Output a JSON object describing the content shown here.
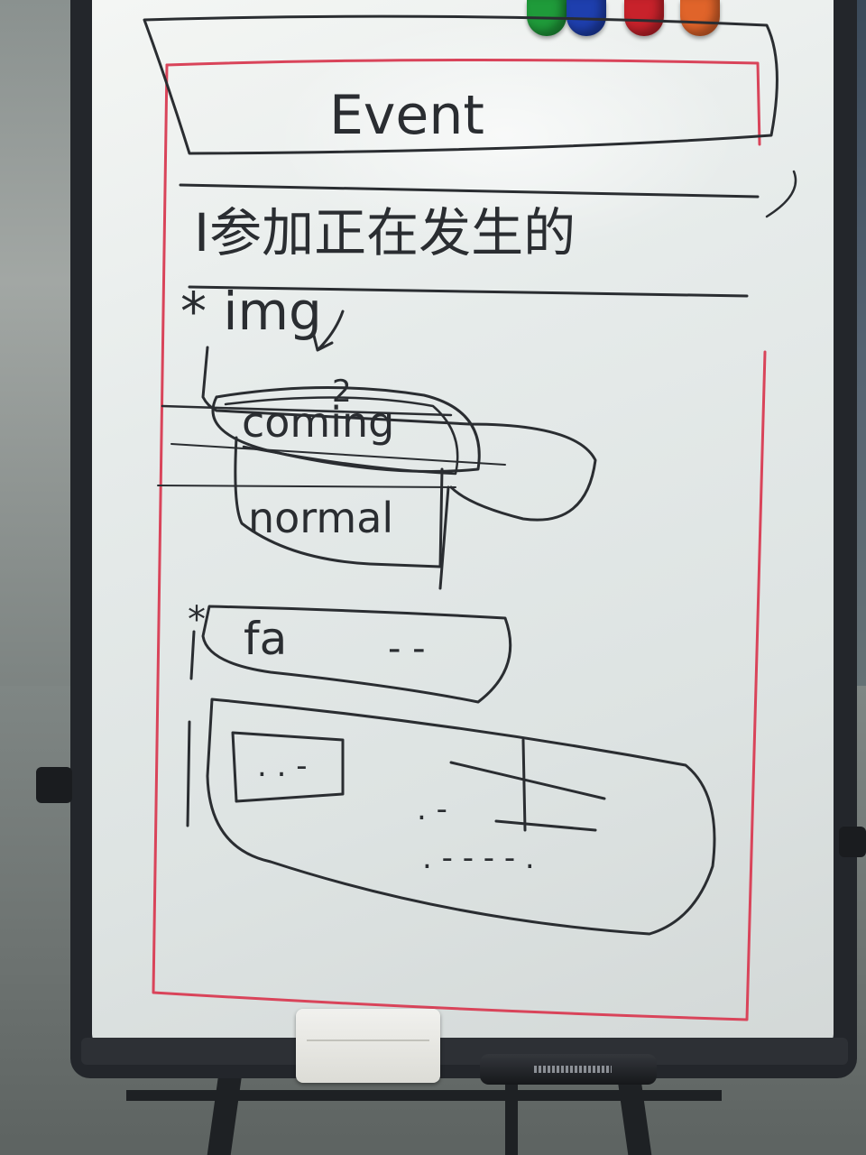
{
  "scene": "whiteboard",
  "board": {
    "title": "Event",
    "line_cjk": "I参加正在发生的",
    "bullet_1": "* img",
    "bullet_1_note": "2",
    "box_coming": "coming",
    "box_normal": "normal",
    "bullet_2_mark": "*",
    "bullet_2_text": "fa",
    "ellipsis": "- -",
    "dots_1": ". . -",
    "dots_2": ". -",
    "dots_3": ". - - - - ."
  },
  "colors": {
    "ink": "#2a2d31",
    "red_border": "#d9445a",
    "board_surface": "#e6ebea",
    "frame": "#23262b"
  },
  "magnets": [
    {
      "name": "green-magnet",
      "color": "#1f9b3a"
    },
    {
      "name": "blue-magnet",
      "color": "#1e3fae"
    },
    {
      "name": "red-magnet",
      "color": "#c8222b"
    },
    {
      "name": "orange-magnet",
      "color": "#e0642a"
    }
  ],
  "icons": {
    "eraser": "eraser-icon",
    "marker": "marker-icon"
  }
}
